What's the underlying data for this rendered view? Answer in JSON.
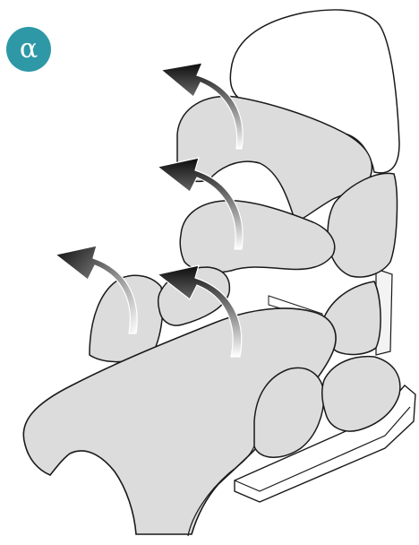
{
  "badge": {
    "label": "α",
    "color": "#2e98a6"
  },
  "colors": {
    "cushion_fill": "#dcdcdc",
    "headrest_fill": "#ffffff",
    "outline": "#1a1a1a",
    "base_fill": "#ffffff",
    "arrow_dark": "#0c0c0c",
    "arrow_light": "#ffffff"
  },
  "parts": {
    "headrest": "headrest-cushion",
    "back_upper": "upper-back-cushion",
    "back_lower": "lower-back-cushion",
    "seat": "seat-cushion",
    "left_armrest": "left-side-cushion",
    "right_upper": "right-upper-side-cushion",
    "right_lower": "right-lower-side-cushion",
    "front_pads": "front-leg-pads",
    "base": "chair-base"
  },
  "arrows": [
    "arrow-top",
    "arrow-middle",
    "arrow-left",
    "arrow-bottom"
  ]
}
